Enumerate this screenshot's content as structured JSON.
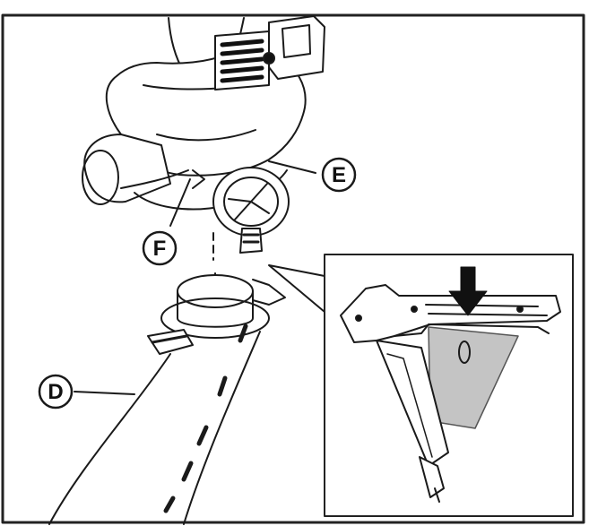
{
  "diagram": {
    "labels": {
      "d": "D",
      "e": "E",
      "f": "F"
    },
    "colors": {
      "line": "#1a1a1a",
      "frame": "#222222",
      "shade": "#c4c4c4",
      "arrow": "#111111",
      "paper": "#ffffff"
    },
    "icons": [
      "down-arrow-icon"
    ]
  }
}
